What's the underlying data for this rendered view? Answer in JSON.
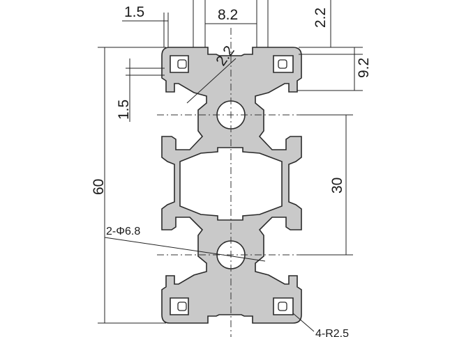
{
  "dimensions": {
    "slot_width": "8.2",
    "lip_thickness_top": "1.5",
    "lip_depth": "2.2",
    "diag_wall": "2.2",
    "corner_depth": "9.2",
    "side_wall": "1.5",
    "overall_height": "60",
    "center_spacing": "30",
    "bore": "2-Φ6.8",
    "corner_radius": "4-R2.5"
  },
  "colors": {
    "profile_fill": "#c9c9c9",
    "outline": "#2a2a2a"
  }
}
